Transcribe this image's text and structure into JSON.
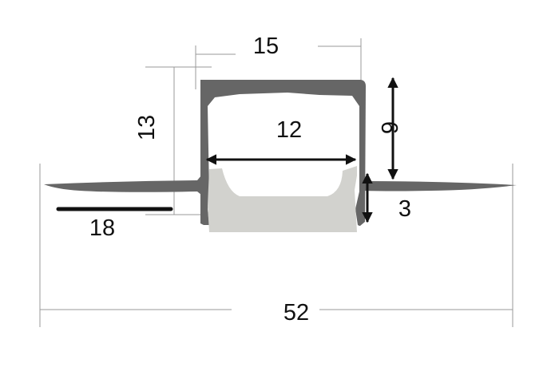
{
  "dimensions": {
    "outer_width": "15",
    "height": "13",
    "inner_width": "12",
    "inner_height": "9",
    "flange_thickness": "3",
    "flange_width": "18",
    "total_width": "52"
  },
  "colors": {
    "profile": "#666666",
    "diffuser": "#d2d2ce",
    "dimension_line": "#999999",
    "arrow": "#111111"
  }
}
